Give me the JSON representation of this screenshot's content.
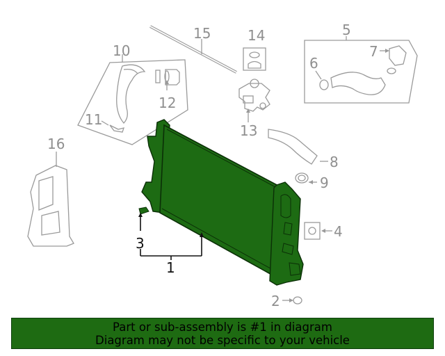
{
  "diagram": {
    "callouts": {
      "c1": "1",
      "c2": "2",
      "c3": "3",
      "c4": "4",
      "c5": "5",
      "c6": "6",
      "c7": "7",
      "c8": "8",
      "c9": "9",
      "c10": "10",
      "c11": "11",
      "c12": "12",
      "c13": "13",
      "c14": "14",
      "c15": "15",
      "c16": "16"
    },
    "colors": {
      "part_highlight": "#1d6b13",
      "part_outline": "#0b2f07",
      "other_parts": "#9a9a9a",
      "banner_bg": "#1e6b12"
    }
  },
  "banner": {
    "line1": "Part or sub-assembly is #1 in diagram",
    "line2": "Diagram may not be specific to your vehicle"
  }
}
